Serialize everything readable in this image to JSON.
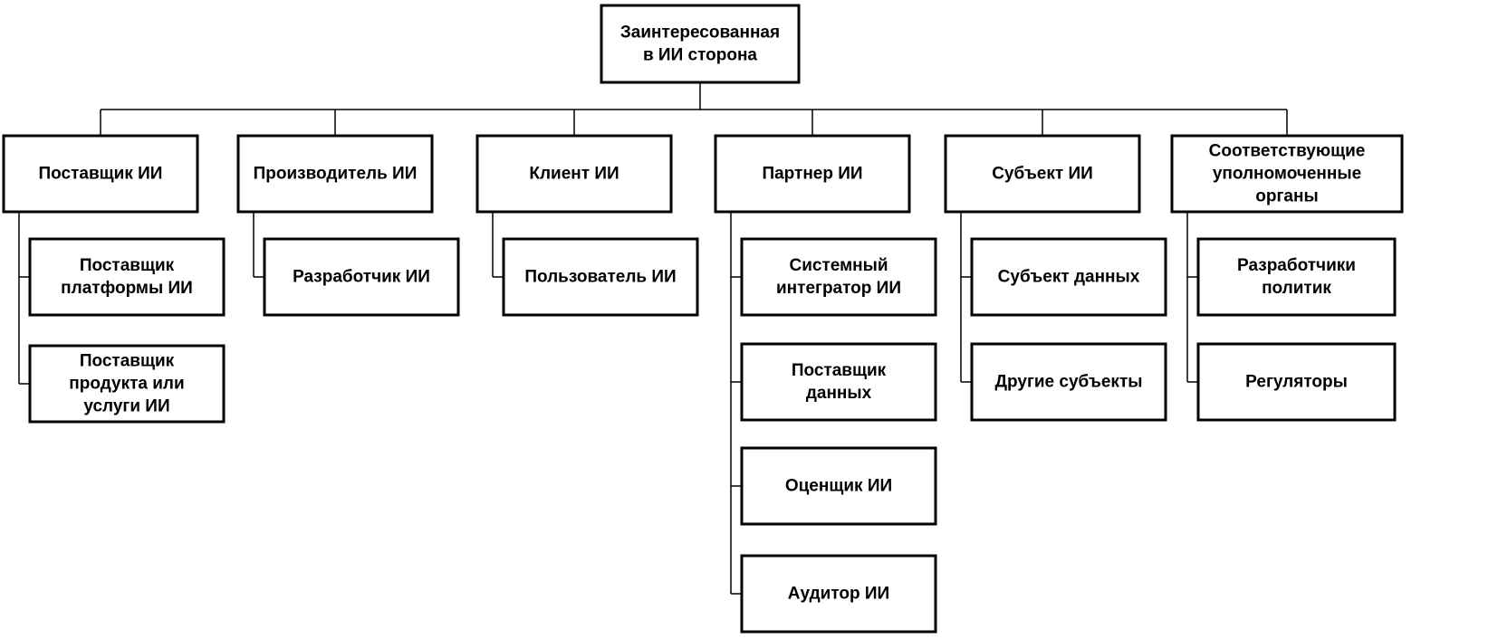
{
  "diagram": {
    "root": {
      "id": "root",
      "lines": [
        "Заинтересованная",
        "в ИИ сторона"
      ]
    },
    "categories": [
      {
        "id": "provider",
        "lines": [
          "Поставщик ИИ"
        ],
        "children": [
          {
            "id": "platform-provider",
            "lines": [
              "Поставщик",
              "платформы  ИИ"
            ]
          },
          {
            "id": "product-provider",
            "lines": [
              "Поставщик",
              "продукта или",
              "услуги ИИ"
            ]
          }
        ]
      },
      {
        "id": "producer",
        "lines": [
          "Производитель ИИ"
        ],
        "children": [
          {
            "id": "developer",
            "lines": [
              "Разработчик ИИ"
            ]
          }
        ]
      },
      {
        "id": "customer",
        "lines": [
          "Клиент ИИ"
        ],
        "children": [
          {
            "id": "user",
            "lines": [
              "Пользователь ИИ"
            ]
          }
        ]
      },
      {
        "id": "partner",
        "lines": [
          "Партнер ИИ"
        ],
        "children": [
          {
            "id": "system-integrator",
            "lines": [
              "Системный",
              "интегратор ИИ"
            ]
          },
          {
            "id": "data-provider",
            "lines": [
              "Поставщик",
              "данных"
            ]
          },
          {
            "id": "evaluator",
            "lines": [
              "Оценщик ИИ"
            ]
          },
          {
            "id": "auditor",
            "lines": [
              "Аудитор ИИ"
            ]
          }
        ]
      },
      {
        "id": "subject",
        "lines": [
          "Субъект  ИИ"
        ],
        "children": [
          {
            "id": "data-subject",
            "lines": [
              "Субъект данных"
            ]
          },
          {
            "id": "other-subjects",
            "lines": [
              "Другие субъекты"
            ]
          }
        ]
      },
      {
        "id": "authorities",
        "lines": [
          "Соответствующие",
          "уполномоченные",
          "органы"
        ],
        "children": [
          {
            "id": "policy-makers",
            "lines": [
              "Разработчики",
              "политик"
            ]
          },
          {
            "id": "regulators",
            "lines": [
              "Регуляторы"
            ]
          }
        ]
      }
    ]
  }
}
